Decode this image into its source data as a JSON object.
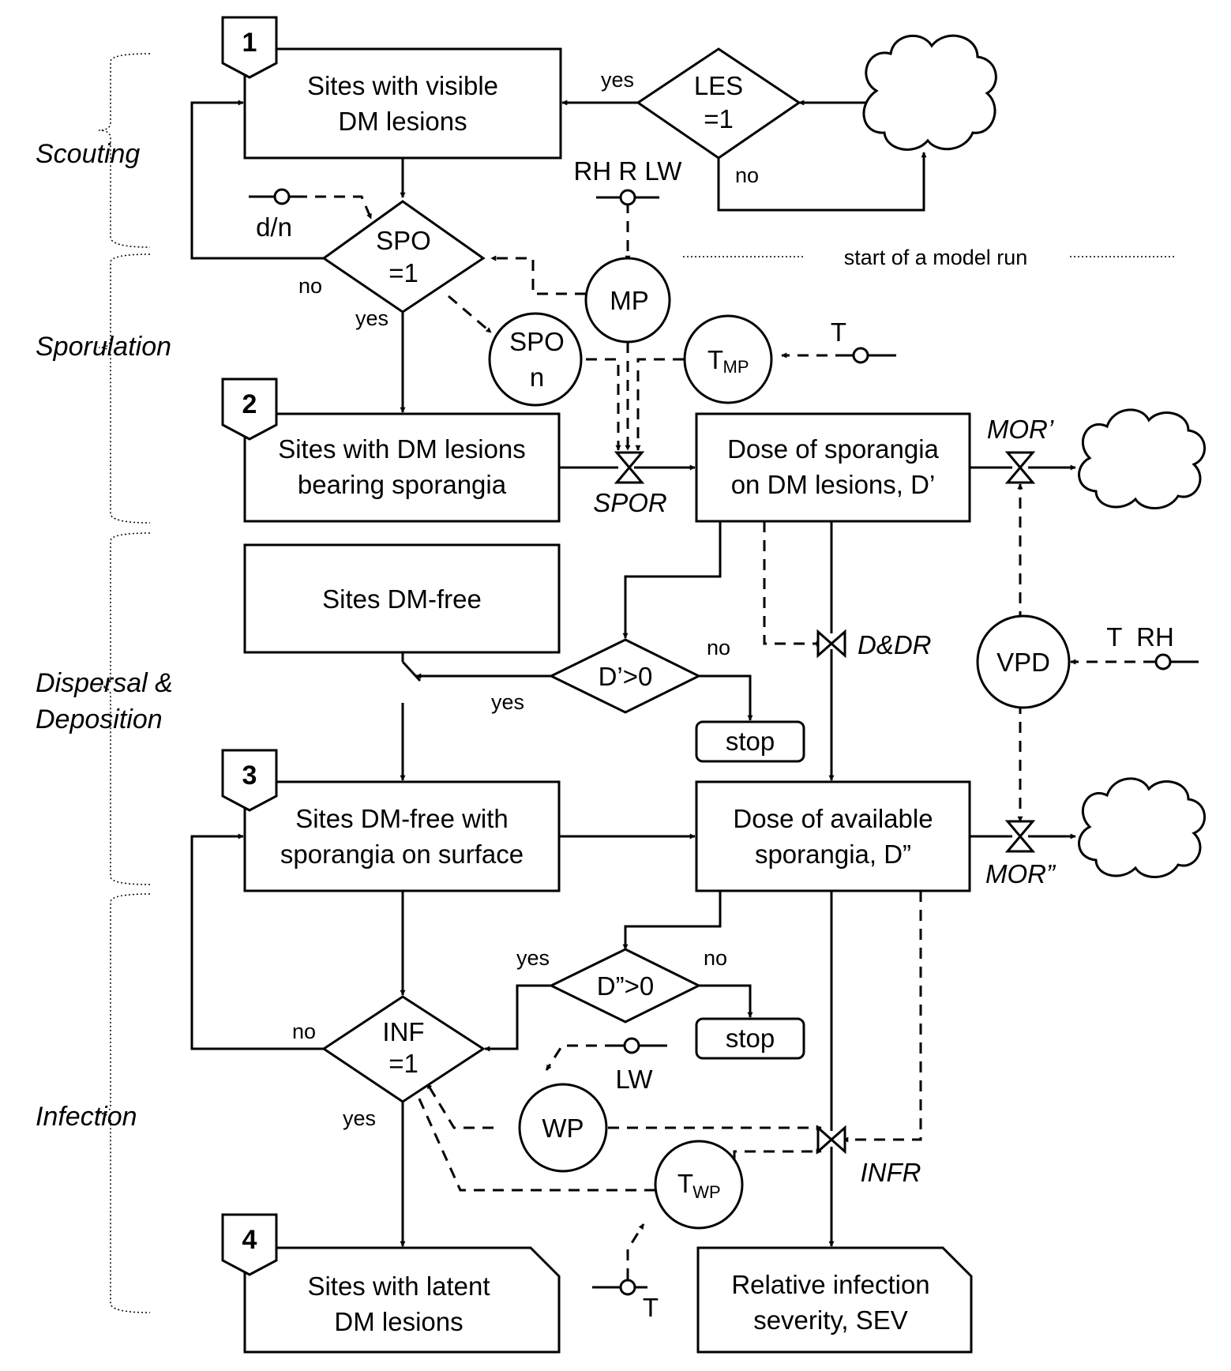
{
  "phases": {
    "scouting": "Scouting",
    "sporulation": "Sporulation",
    "dispersal_1": "Dispersal &",
    "dispersal_2": "Deposition",
    "infection": "Infection"
  },
  "stage_numbers": [
    "1",
    "2",
    "3",
    "4"
  ],
  "boxes": {
    "visible_lesions": [
      "Sites with visible",
      "DM lesions"
    ],
    "sporangia_lesions": [
      "Sites with DM lesions",
      "bearing sporangia"
    ],
    "dm_free": [
      "Sites DM-free"
    ],
    "dm_free_sporangia": [
      "Sites DM-free with",
      "sporangia on surface"
    ],
    "latent_lesions": [
      "Sites with latent",
      "DM lesions"
    ],
    "dose_d1": [
      "Dose of sporangia",
      "on DM lesions, D’"
    ],
    "dose_d2": [
      "Dose of available",
      "sporangia, D”"
    ],
    "severity": [
      "Relative infection",
      "severity, SEV"
    ]
  },
  "decisions": {
    "les": [
      "LES",
      "=1"
    ],
    "spo": [
      "SPO",
      "=1"
    ],
    "d1": [
      "D’>0"
    ],
    "d2": [
      "D”>0"
    ],
    "inf": [
      "INF",
      "=1"
    ]
  },
  "stops": [
    "stop",
    "stop"
  ],
  "auxiliaries": {
    "mp": [
      "MP"
    ],
    "spon": [
      "SPO",
      "n"
    ],
    "tmp": {
      "main": "T",
      "sub": "MP"
    },
    "vpd": [
      "VPD"
    ],
    "wp": [
      "WP"
    ],
    "twp": {
      "main": "T",
      "sub": "WP"
    }
  },
  "rates": {
    "spor": "SPOR",
    "mor1": "MOR’",
    "ddr": "D&DR",
    "mor2": "MOR”",
    "infr": "INFR"
  },
  "drivers": {
    "dn": "d/n",
    "rh_r_lw": "RH R LW",
    "t1": "T",
    "t_rh": "T  RH",
    "lw": "LW",
    "t2": "T"
  },
  "answers": {
    "les_yes": "yes",
    "les_no": "no",
    "spo_no": "no",
    "spo_yes": "yes",
    "d1_no": "no",
    "d1_yes": "yes",
    "d2_yes": "yes",
    "d2_no": "no",
    "inf_no": "no",
    "inf_yes": "yes"
  },
  "start_note": "start of a model run"
}
